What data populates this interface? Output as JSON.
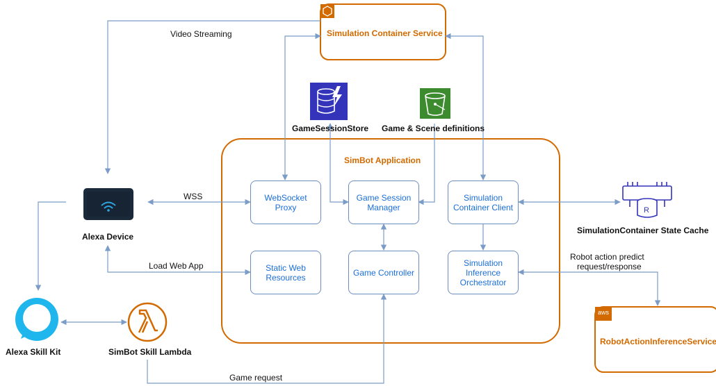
{
  "services": {
    "simulation_container_service": "Simulation Container Service",
    "robot_action_inference_service": "RobotActionInferenceService",
    "aws_badge": "aws"
  },
  "app": {
    "title": "SimBot Application",
    "websocket_proxy": "WebSocket Proxy",
    "static_web_resources": "Static Web Resources",
    "game_session_manager": "Game Session Manager",
    "game_controller": "Game Controller",
    "simulation_container_client": "Simulation Container Client",
    "simulation_inference_orchestrator": "Simulation Inference Orchestrator"
  },
  "stores": {
    "game_session_store": "GameSessionStore",
    "game_scene_definitions": "Game & Scene definitions",
    "state_cache": "SimulationContainer State Cache"
  },
  "devices": {
    "alexa_device": "Alexa Device",
    "alexa_skill_kit": "Alexa Skill Kit",
    "simbot_skill_lambda": "SimBot Skill Lambda"
  },
  "edges": {
    "video_streaming": "Video Streaming",
    "wss": "WSS",
    "load_web_app": "Load Web App",
    "game_request": "Game request",
    "robot_action_line1": "Robot action predict",
    "robot_action_line2": "request/response"
  },
  "colors": {
    "orange": "#d26a00",
    "blue_border": "#6c8ebf",
    "box_text": "#1a6ed8",
    "connector": "#7a9cc6"
  }
}
